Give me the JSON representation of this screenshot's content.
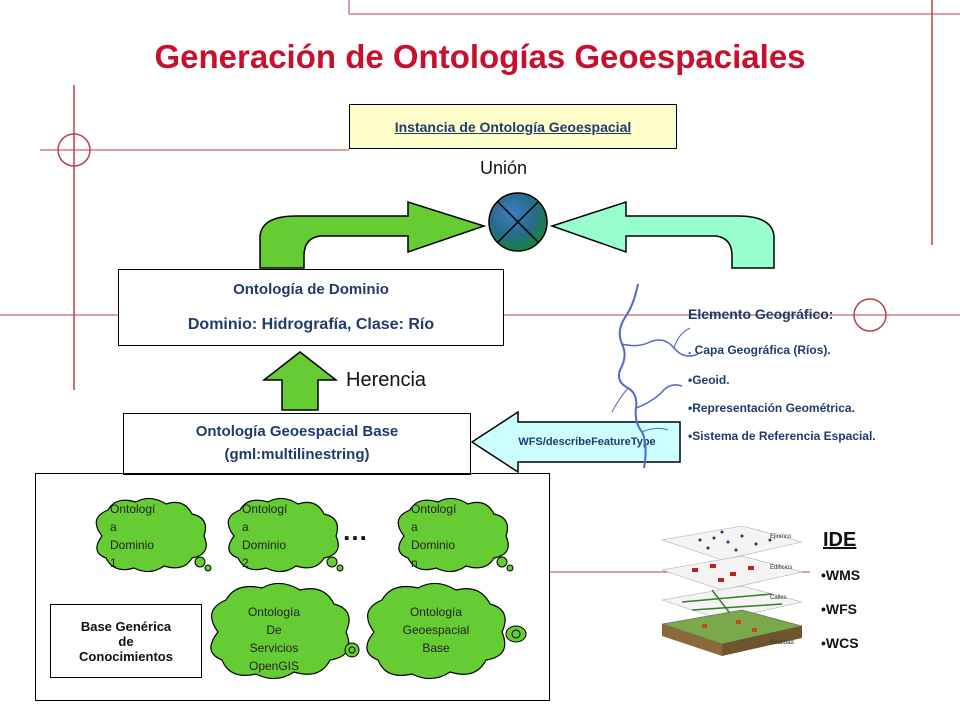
{
  "title": "Generación de Ontologías Geoespaciales",
  "instancia": {
    "label": "Instancia de Ontología Geoespacial"
  },
  "union": {
    "label": "Unión"
  },
  "dominio": {
    "line1": "Ontología de Dominio",
    "line2": "Dominio: Hidrografía, Clase: Río"
  },
  "herencia": {
    "label": "Herencia"
  },
  "base": {
    "line1": "Ontología Geoespacial Base",
    "line2": "(gml:multilinestring)"
  },
  "wfs_arrow": {
    "label": "WFS/describeFeatureType"
  },
  "elemento": {
    "title": "Elemento Geográfico:",
    "items": [
      ". Capa Geográfica (Ríos).",
      "•Geoid.",
      "•Representación Geométrica.",
      "•Sistema de Referencia Espacial."
    ]
  },
  "clouds": {
    "d1": [
      "Ontologí",
      "a",
      "Dominio",
      "1"
    ],
    "d2": [
      "Ontologí",
      "a",
      "Dominio",
      "2"
    ],
    "dn": [
      "Ontologí",
      "a",
      "Dominio",
      "n"
    ],
    "servicios": [
      "Ontología",
      "De",
      "Servicios",
      "OpenGIS"
    ],
    "geobase": [
      "Ontología",
      "Geoespacial",
      "Base"
    ],
    "ellipsis": "…"
  },
  "base_generica": {
    "line1": "Base Genérica",
    "line2": "de",
    "line3": "Conocimientos"
  },
  "ide": {
    "title": "IDE",
    "items": [
      "•WMS",
      "•WFS",
      "•WCS"
    ]
  },
  "layers": {
    "labels": [
      "Ejiomco",
      "Edificios",
      "Calles",
      "Realidad"
    ]
  },
  "colors": {
    "title": "#c8102e",
    "text": "#1f3b6e",
    "cloud": "#66cc33",
    "arrow_green": "#66cc33",
    "arrow_mint": "#99ffcc",
    "arrow_blue": "#ccffff",
    "instancia_bg": "#ffffcc",
    "river": "#5566cc"
  }
}
